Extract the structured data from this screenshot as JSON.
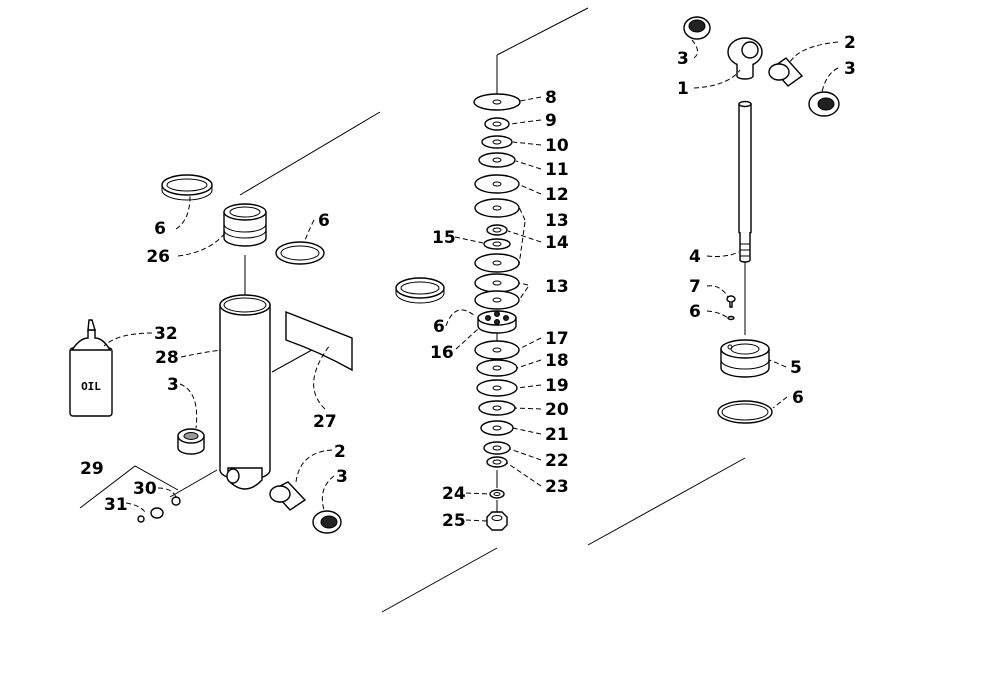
{
  "diagram": {
    "callouts": {
      "c1": "1",
      "c2a": "2",
      "c2b": "2",
      "c3a": "3",
      "c3b": "3",
      "c3c": "3",
      "c3d": "3",
      "c4": "4",
      "c5": "5",
      "c6a": "6",
      "c6b": "6",
      "c6c": "6",
      "c6d": "6",
      "c6e": "6",
      "c7": "7",
      "c8": "8",
      "c9": "9",
      "c10": "10",
      "c11": "11",
      "c12": "12",
      "c13a": "13",
      "c13b": "13",
      "c14": "14",
      "c15": "15",
      "c16": "16",
      "c17": "17",
      "c18": "18",
      "c19": "19",
      "c20": "20",
      "c21": "21",
      "c22": "22",
      "c23": "23",
      "c24": "24",
      "c25": "25",
      "c26": "26",
      "c27": "27",
      "c28": "28",
      "c29": "29",
      "c30": "30",
      "c31": "31",
      "c32": "32"
    },
    "bottle_label": "OIL"
  }
}
